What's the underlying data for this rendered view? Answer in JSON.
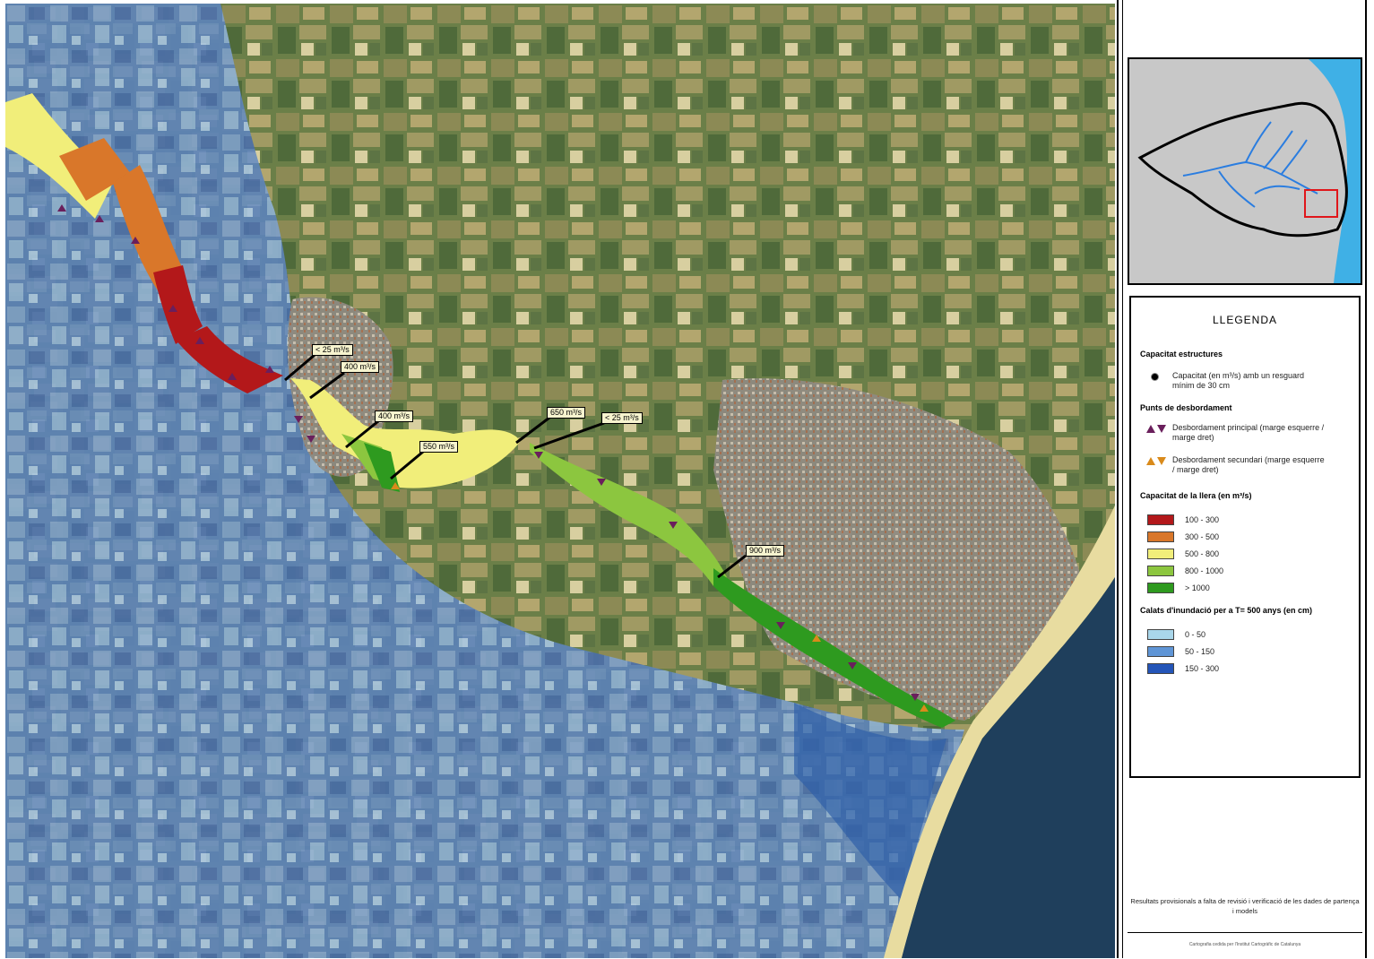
{
  "map": {
    "callouts": [
      {
        "id": "c1",
        "label": "< 25 m³/s"
      },
      {
        "id": "c2",
        "label": "400 m³/s"
      },
      {
        "id": "c3",
        "label": "400 m³/s"
      },
      {
        "id": "c4",
        "label": "550 m³/s"
      },
      {
        "id": "c5",
        "label": "650 m³/s"
      },
      {
        "id": "c6",
        "label": "< 25 m³/s"
      },
      {
        "id": "c7",
        "label": "900 m³/s"
      }
    ],
    "colors": {
      "capacity_100_300": "#b3181a",
      "capacity_300_500": "#d9772a",
      "capacity_500_800": "#f1ee7a",
      "capacity_800_1000": "#8cc63f",
      "capacity_gt_1000": "#2e9a1f",
      "flood_0_50": "#a9d6ea",
      "flood_50_150": "#5f95d6",
      "flood_150_300": "#2455b8",
      "sea": "#1f3f5c",
      "beach": "#e8dca0",
      "overflow_primary": "#6a1f5c",
      "overflow_secondary": "#d98a1b"
    }
  },
  "legend": {
    "title": "LLEGENDA",
    "structures": {
      "heading": "Capacitat estructures",
      "item": "Capacitat (en m³/s) amb un resguard mínim de 30 cm"
    },
    "overflow": {
      "heading": "Punts de desbordament",
      "primary": "Desbordament principal (marge esquerre / marge dret)",
      "secondary": "Desbordament secundari (marge esquerre / marge dret)"
    },
    "channel": {
      "heading": "Capacitat de la llera (en m³/s)",
      "items": [
        "100 - 300",
        "300 - 500",
        "500 - 800",
        "800 - 1000",
        "> 1000"
      ]
    },
    "flood": {
      "heading": "Calats d'inundació per a T= 500 anys (en cm)",
      "items": [
        "0 - 50",
        "50 - 150",
        "150 - 300"
      ]
    }
  },
  "notes": {
    "provisional": "Resultats provisionals a falta de revisió i verificació de les dades de partença i models",
    "credit": "Cartografia cedida per l'Institut Cartogràfic de Catalunya"
  },
  "inset": {
    "basin_color": "#c8c8c8",
    "river_color": "#2a7de0",
    "sea_color": "#3fb0e6",
    "frame_color": "#e0161b"
  }
}
